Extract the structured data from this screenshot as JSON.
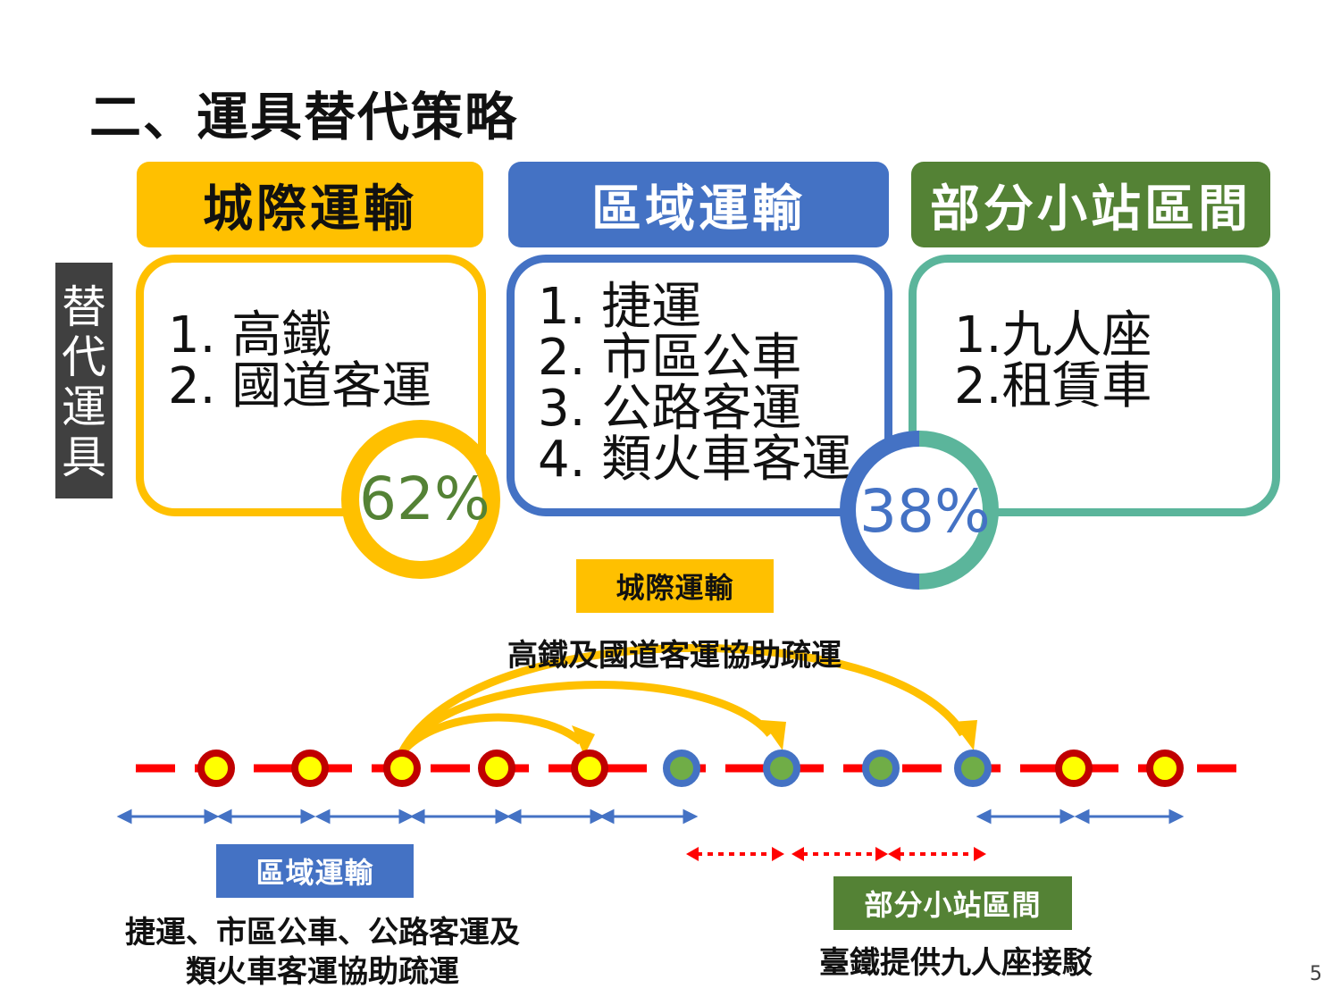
{
  "title": "二、運具替代策略",
  "headers": {
    "intercity": "城際運輸",
    "regional": "區域運輸",
    "small_station": "部分小站區間"
  },
  "side_label": [
    "替",
    "代",
    "運",
    "具"
  ],
  "lists": {
    "intercity": [
      "1. 高鐵",
      "2. 國道客運"
    ],
    "regional": [
      "1. 捷運",
      "2. 市區公車",
      "3. 公路客運",
      "4. 類火車客運"
    ],
    "small_station": [
      "1.九人座",
      "2.租賃車"
    ]
  },
  "shares": {
    "intercity": {
      "text": "62%",
      "value": 62
    },
    "other": {
      "text": "38%",
      "value": 38
    }
  },
  "labels": {
    "intercity": "城際運輸",
    "regional": "區域運輸",
    "small_station": "部分小站區間"
  },
  "captions": {
    "intercity": "高鐵及國道客運協助疏運",
    "regional_line1": "捷運、市區公車、公路客運及",
    "regional_line2": "類火車客運協助疏運",
    "small_station": "臺鐵提供九人座接駁"
  },
  "stations": [
    "major",
    "major",
    "major",
    "major",
    "major",
    "small",
    "small",
    "small",
    "small",
    "major",
    "major"
  ],
  "page_number": "5",
  "colors": {
    "intercity": "#ffc000",
    "regional": "#4472c4",
    "small_station": "#548235",
    "teal": "#5bb59b",
    "rail": "#ff0000",
    "station_ring": "#c00000",
    "station_major_fill": "#ffff00",
    "station_small_fill": "#70ad47"
  }
}
